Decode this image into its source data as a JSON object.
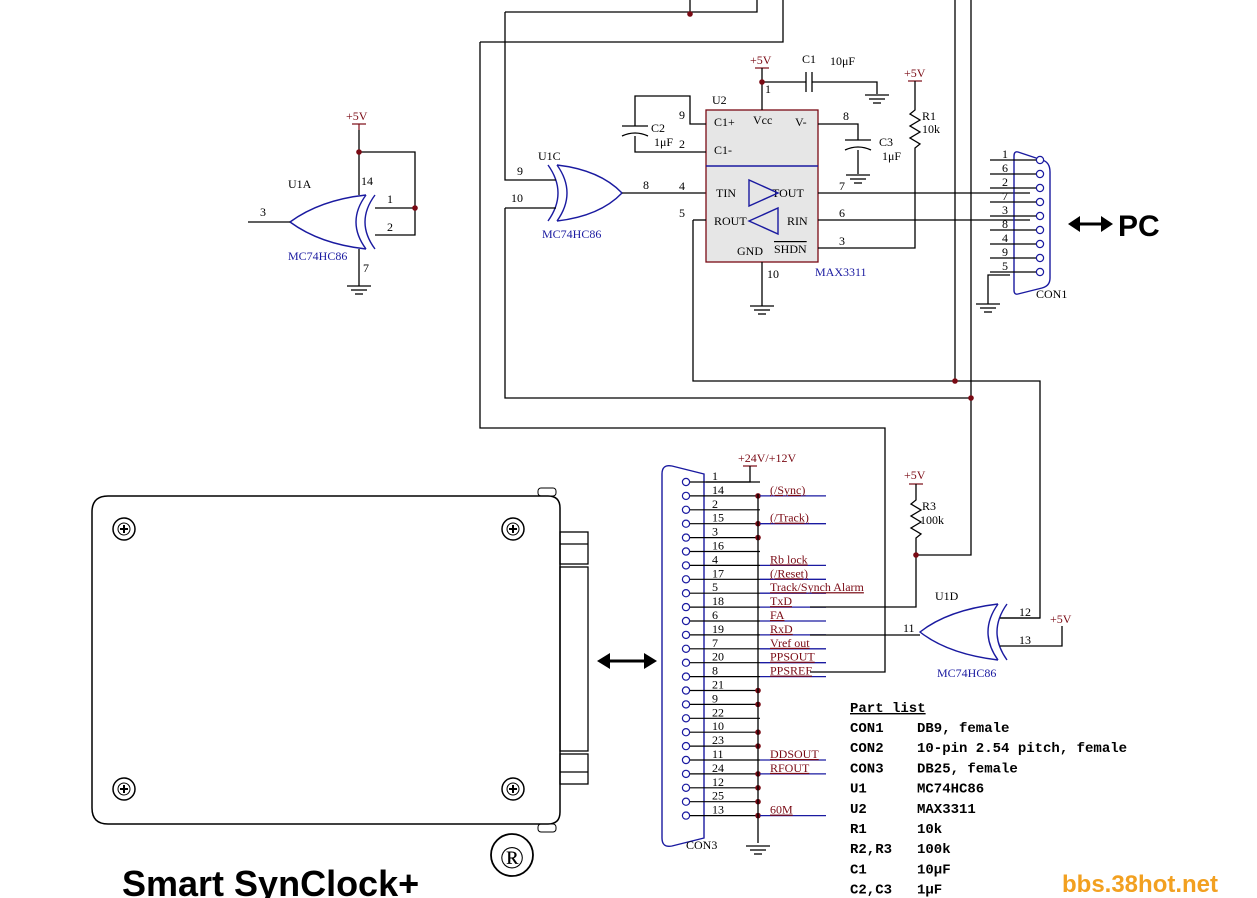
{
  "supplies": {
    "plus5v": "+5V",
    "plus24v": "+24V/+12V"
  },
  "u1a": {
    "name": "U1A",
    "part": "MC74HC86",
    "pins": {
      "in_a": "1",
      "in_b": "2",
      "out": "3",
      "vcc": "14",
      "gnd": "7"
    }
  },
  "u1c": {
    "name": "U1C",
    "part": "MC74HC86",
    "pins": {
      "in_a": "9",
      "in_b": "10",
      "out": "8"
    }
  },
  "u1d": {
    "name": "U1D",
    "part": "MC74HC86",
    "pins": {
      "in_a": "12",
      "in_b": "13",
      "out": "11"
    }
  },
  "u2": {
    "name": "U2",
    "part": "MAX3311",
    "labels": {
      "c1p": "C1+",
      "c1m": "C1-",
      "vcc": "Vcc",
      "vm": "V-",
      "tin": "TIN",
      "tout": "TOUT",
      "rout": "ROUT",
      "rin": "RIN",
      "gnd": "GND",
      "shdn": "SHDN"
    },
    "pins": {
      "c1p": "9",
      "c1m": "2",
      "vcc": "1",
      "vm": "8",
      "tin": "4",
      "tout": "7",
      "rout": "5",
      "rin": "6",
      "shdn": "3",
      "gnd": "10"
    }
  },
  "c1": {
    "name": "C1",
    "value": "10μF"
  },
  "c2": {
    "name": "C2",
    "value": "1μF"
  },
  "c3": {
    "name": "C3",
    "value": "1μF"
  },
  "r1": {
    "name": "R1",
    "value": "10k"
  },
  "r3": {
    "name": "R3",
    "value": "100k"
  },
  "con1": {
    "name": "CON1",
    "pins": [
      "1",
      "6",
      "2",
      "7",
      "3",
      "8",
      "4",
      "9",
      "5"
    ]
  },
  "pc_label": "PC",
  "con3": {
    "name": "CON3",
    "pins": [
      {
        "num": "1",
        "signal": ""
      },
      {
        "num": "14",
        "signal": "(/Sync)"
      },
      {
        "num": "2",
        "signal": ""
      },
      {
        "num": "15",
        "signal": "(/Track)"
      },
      {
        "num": "3",
        "signal": ""
      },
      {
        "num": "16",
        "signal": ""
      },
      {
        "num": "4",
        "signal": "Rb lock"
      },
      {
        "num": "17",
        "signal": "(/Reset)"
      },
      {
        "num": "5",
        "signal": "Track/Synch Alarm"
      },
      {
        "num": "18",
        "signal": "TxD"
      },
      {
        "num": "6",
        "signal": "FA"
      },
      {
        "num": "19",
        "signal": "RxD"
      },
      {
        "num": "7",
        "signal": "Vref out"
      },
      {
        "num": "20",
        "signal": "PPSOUT"
      },
      {
        "num": "8",
        "signal": "PPSREF"
      },
      {
        "num": "21",
        "signal": ""
      },
      {
        "num": "9",
        "signal": ""
      },
      {
        "num": "22",
        "signal": ""
      },
      {
        "num": "10",
        "signal": ""
      },
      {
        "num": "23",
        "signal": ""
      },
      {
        "num": "11",
        "signal": "DDSOUT"
      },
      {
        "num": "24",
        "signal": "RFOUT"
      },
      {
        "num": "12",
        "signal": ""
      },
      {
        "num": "25",
        "signal": ""
      },
      {
        "num": "13",
        "signal": "60M"
      }
    ]
  },
  "part_list": {
    "title": "Part list",
    "rows": [
      {
        "ref": "CON1",
        "desc": "DB9, female"
      },
      {
        "ref": "CON2",
        "desc": "10-pin 2.54 pitch, female"
      },
      {
        "ref": "CON3",
        "desc": "DB25, female"
      },
      {
        "ref": "U1",
        "desc": "MC74HC86"
      },
      {
        "ref": "U2",
        "desc": "MAX3311"
      },
      {
        "ref": "R1",
        "desc": "10k"
      },
      {
        "ref": "R2,R3",
        "desc": "100k"
      },
      {
        "ref": "C1",
        "desc": "10μF"
      },
      {
        "ref": "C2,C3",
        "desc": "1μF"
      }
    ]
  },
  "device": {
    "name": "Smart SynClock+",
    "registered_mark": "®"
  },
  "watermark": "bbs.38hot.net"
}
